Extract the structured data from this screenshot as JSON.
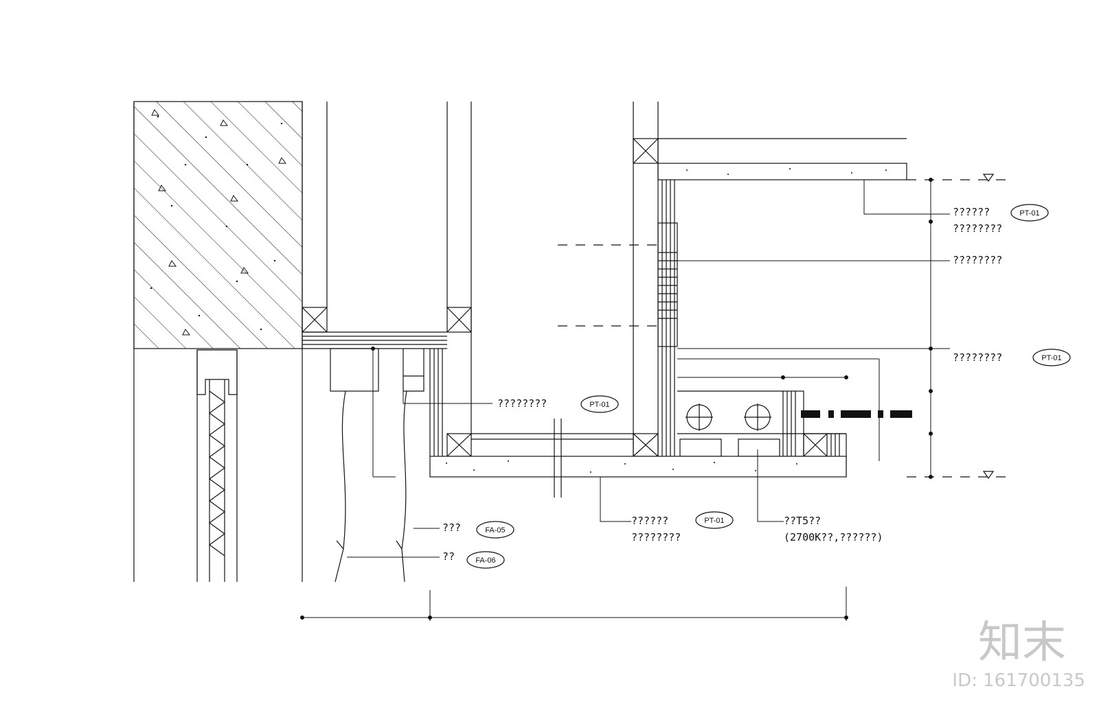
{
  "labels": {
    "ceiling_top": [
      "??????",
      "????????"
    ],
    "ceiling_mid": "????????",
    "ceiling_low": "????????",
    "curtain_box": "????????",
    "floor_board": [
      "??????",
      "????????"
    ],
    "lamp": [
      "??T5??",
      "(2700K??,??????)"
    ],
    "curtain_a": "???",
    "curtain_b": "??"
  },
  "tags": {
    "pt_top": "PT-01",
    "pt_low": "PT-01",
    "pt_box": "PT-01",
    "pt_floor": "PT-01",
    "fa_a": "FA-05",
    "fa_b": "FA-06"
  },
  "watermark": {
    "logo": "知末",
    "id": "ID: 161700135"
  }
}
